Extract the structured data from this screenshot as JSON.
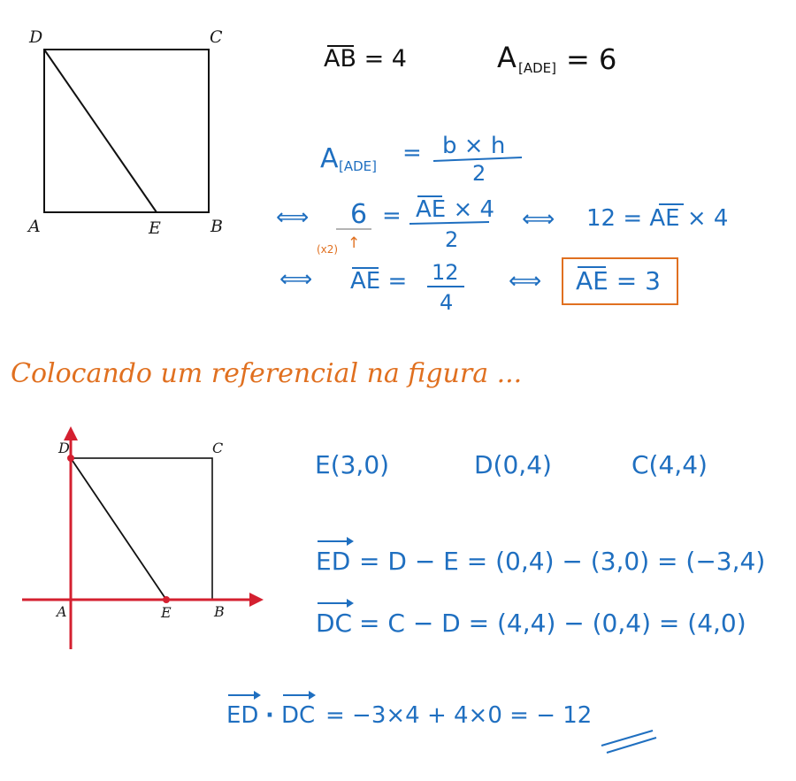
{
  "figure1": {
    "labels": {
      "D": "D",
      "C": "C",
      "A": "A",
      "E": "E",
      "B": "B"
    }
  },
  "given": {
    "ab": "AB = 4",
    "area_label": "A",
    "area_sub": "[ADE]",
    "area_val": "= 6"
  },
  "formula": {
    "area_label": "A",
    "area_sub": "[ADE]",
    "eq": "=",
    "num": "b × h",
    "den": "2"
  },
  "step1": {
    "iff1": "⟺",
    "lhs_num": "6",
    "note": "(x2)",
    "arrow": "↑",
    "eq": "=",
    "rhs_num": "AE × 4",
    "rhs_den": "2",
    "iff2": "⟺",
    "result": "12 = AE × 4"
  },
  "step2": {
    "iff1": "⟺",
    "lhs": "AE =",
    "num": "12",
    "den": "4",
    "iff2": "⟺",
    "answer": "AE = 3"
  },
  "heading": "Colocando um referencial na figura ...",
  "figure2": {
    "labels": {
      "D": "D",
      "C": "C",
      "A": "A",
      "E": "E",
      "B": "B"
    }
  },
  "points": {
    "E": "E(3,0)",
    "D": "D(0,4)",
    "C": "C(4,4)"
  },
  "vectors": {
    "ed_name": "ED",
    "ed_expr": "= D − E = (0,4) − (3,0) = (−3,4)",
    "dc_name": "DC",
    "dc_expr": "= C − D = (4,4) − (0,4) = (4,0)"
  },
  "dot": {
    "ed": "ED",
    "dot": "·",
    "dc": "DC",
    "expr": "= −3×4 + 4×0  =  − 12"
  },
  "colors": {
    "blue": "#1f6fc0",
    "orange": "#e07020",
    "red": "#d42030",
    "black": "#111111"
  }
}
